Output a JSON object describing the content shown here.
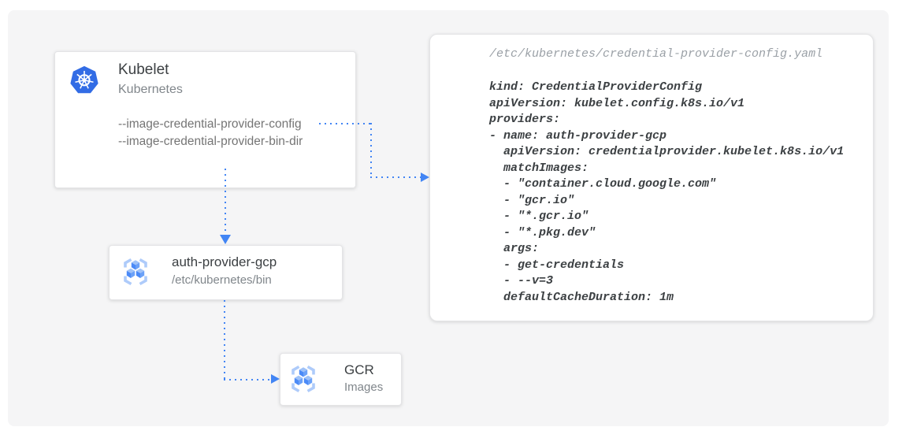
{
  "colors": {
    "arrow_blue": "#4285f4",
    "kubernetes_blue": "#326ce5",
    "registry_icon_light_blue": "#aecbfa",
    "registry_icon_blue": "#4b8af7",
    "panel_gray": "#f5f5f6",
    "title_text": "#3c4043",
    "muted_text": "#80868b",
    "yaml_path_text": "#9aa0a6"
  },
  "kubelet_card": {
    "title": "Kubelet",
    "subtitle": "Kubernetes",
    "flags": [
      "--image-credential-provider-config",
      "--image-credential-provider-bin-dir"
    ]
  },
  "provider_card": {
    "title": "auth-provider-gcp",
    "subtitle": "/etc/kubernetes/bin"
  },
  "gcr_card": {
    "title": "GCR",
    "subtitle": "Images"
  },
  "config_card": {
    "path": "/etc/kubernetes/credential-provider-config.yaml",
    "yaml": "kind: CredentialProviderConfig\napiVersion: kubelet.config.k8s.io/v1\nproviders:\n- name: auth-provider-gcp\n  apiVersion: credentialprovider.kubelet.k8s.io/v1\n  matchImages:\n  - \"container.cloud.google.com\"\n  - \"gcr.io\"\n  - \"*.gcr.io\"\n  - \"*.pkg.dev\"\n  args:\n  - get-credentials\n  - --v=3\n  defaultCacheDuration: 1m"
  },
  "icons": {
    "kubernetes": "kubernetes-helm-logo",
    "registry": "container-registry-cubes"
  }
}
